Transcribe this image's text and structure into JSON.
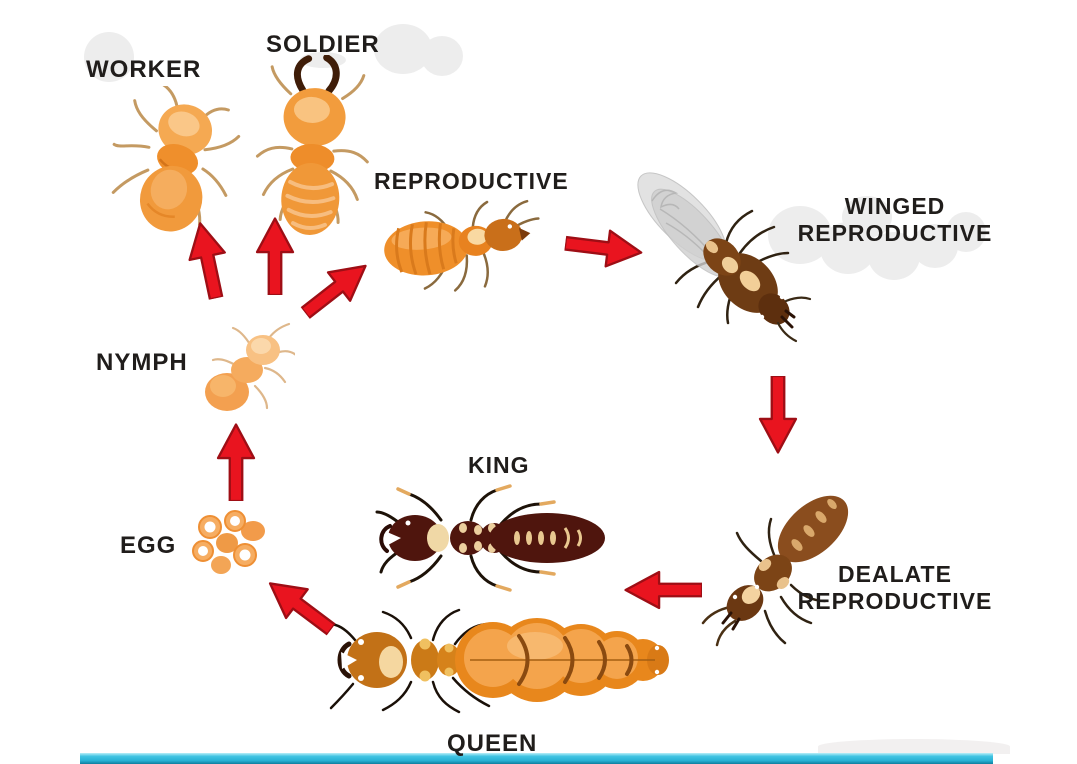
{
  "diagram_title": "",
  "stages": [
    {
      "id": "egg",
      "label": "EGG"
    },
    {
      "id": "nymph",
      "label": "NYMPH"
    },
    {
      "id": "worker",
      "label": "WORKER"
    },
    {
      "id": "soldier",
      "label": "SOLDIER"
    },
    {
      "id": "reproductive",
      "label": "REPRODUCTIVE"
    },
    {
      "id": "winged-reproductive",
      "label_lines": [
        "WINGED",
        "REPRODUCTIVE"
      ]
    },
    {
      "id": "dealate-reproductive",
      "label_lines": [
        "DEALATE",
        "REPRODUCTIVE"
      ]
    },
    {
      "id": "king",
      "label": "KING"
    },
    {
      "id": "queen",
      "label": "QUEEN"
    }
  ],
  "flow": [
    {
      "from": "egg",
      "to": "nymph"
    },
    {
      "from": "nymph",
      "to": "worker"
    },
    {
      "from": "nymph",
      "to": "soldier"
    },
    {
      "from": "nymph",
      "to": "reproductive"
    },
    {
      "from": "reproductive",
      "to": "winged-reproductive"
    },
    {
      "from": "winged-reproductive",
      "to": "dealate-reproductive"
    },
    {
      "from": "dealate-reproductive",
      "to": "king"
    },
    {
      "from": "king-queen",
      "to": "egg"
    }
  ],
  "colors": {
    "background": "#ffffff",
    "label_text": "#201d1b",
    "arrow_red": "#e9141f",
    "arrow_outline": "#9e0e15",
    "termite_orange": "#f0922b",
    "termite_light_orange": "#f8bd7a",
    "soldier_mandible_brown": "#3f1d08",
    "reproductive_head_brown": "#c96f1a",
    "alate_body_brown": "#7c4416",
    "wing_gray": "#dedede",
    "king_maroon": "#4f150d",
    "queen_abdomen_orange": "#e8871c",
    "cream_marking": "#f3d3a0",
    "cloud_gray": "#ededed",
    "footer_cyan": "#28b1d4"
  }
}
